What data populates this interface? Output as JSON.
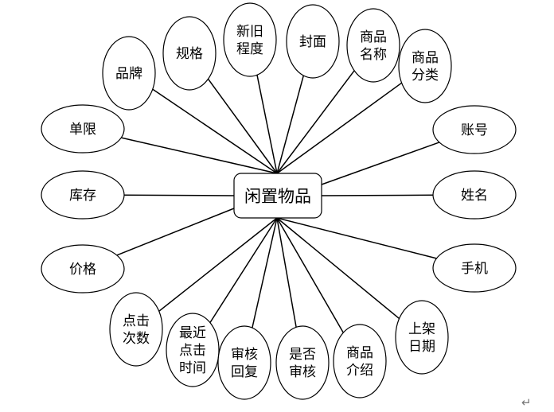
{
  "entity": {
    "label": "闲置物品"
  },
  "attributes": [
    {
      "id": "brand",
      "lines": [
        "品牌"
      ]
    },
    {
      "id": "spec",
      "lines": [
        "规格"
      ]
    },
    {
      "id": "condition",
      "lines": [
        "新旧",
        "程度"
      ]
    },
    {
      "id": "cover",
      "lines": [
        "封面"
      ]
    },
    {
      "id": "product-name",
      "lines": [
        "商品",
        "名称"
      ]
    },
    {
      "id": "category",
      "lines": [
        "商品",
        "分类"
      ]
    },
    {
      "id": "order-limit",
      "lines": [
        "单限"
      ]
    },
    {
      "id": "stock",
      "lines": [
        "库存"
      ]
    },
    {
      "id": "price",
      "lines": [
        "价格"
      ]
    },
    {
      "id": "account",
      "lines": [
        "账号"
      ]
    },
    {
      "id": "name",
      "lines": [
        "姓名"
      ]
    },
    {
      "id": "phone",
      "lines": [
        "手机"
      ]
    },
    {
      "id": "clicks",
      "lines": [
        "点击",
        "次数"
      ]
    },
    {
      "id": "recent-click",
      "lines": [
        "最近",
        "点击",
        "时间"
      ]
    },
    {
      "id": "review-reply",
      "lines": [
        "审核",
        "回复"
      ]
    },
    {
      "id": "reviewed",
      "lines": [
        "是否",
        "审核"
      ]
    },
    {
      "id": "intro",
      "lines": [
        "商品",
        "介绍"
      ]
    },
    {
      "id": "listed-date",
      "lines": [
        "上架",
        "日期"
      ]
    }
  ],
  "return_mark": "↵"
}
